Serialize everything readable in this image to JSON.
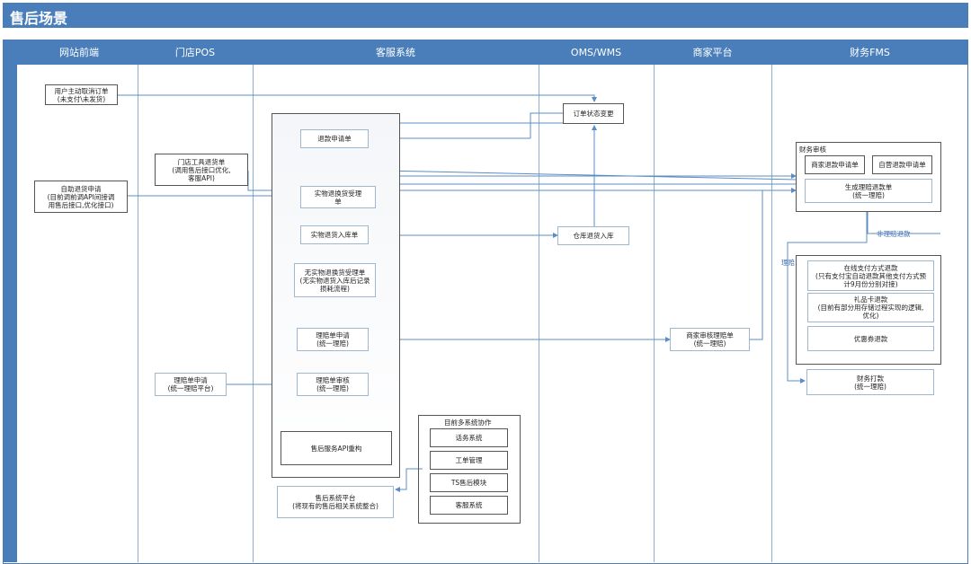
{
  "title": "售后场景",
  "lanes": [
    "网站前端",
    "门店POS",
    "客服系统",
    "OMS/WMS",
    "商家平台",
    "财务FMS"
  ],
  "nodes": {
    "user_cancel": "用户主动取消订单\n(未支付\\未发货)",
    "auto_return_apply": "自助退货申请\n(目前调前调API间接调\n用售后接口,优化接口)",
    "store_tool_return": "门店工具退货单\n(调用售后接口优化,\n客服API)",
    "store_claim_apply": "理赔单申请\n(统一理赔平台)",
    "refund_apply": "退款申请单",
    "physical_return_accept": "实物退换货受理\n单",
    "physical_return_inbound": "实物退货入库单",
    "nonphysical_return_accept": "无实物退换货受理单\n(无实物退货入库后记录\n损耗流程)",
    "claim_apply": "理赔单申请\n(统一理赔)",
    "claim_review": "理赔单审核\n(统一理赔)",
    "aftersale_api": "售后服务API重构",
    "aftersale_platform": "售后系统平台\n(将现有的售后相关系统整合)",
    "order_status_change": "订单状态变更",
    "warehouse_return_inbound": "仓库退货入库",
    "merchant_claim_review": "商家审核理赔单\n(统一理赔)",
    "merchant_refund_apply": "商家退款申请单",
    "self_refund_apply": "自营退款申请单",
    "generate_claim_refund": "生成理赔退款单\n(统一理赔)",
    "online_pay_refund": "在线支付方式退款\n(只有支付宝自动退款其他支付方式预\n计9月份分别对接)",
    "gift_card_refund": "礼品卡退款\n(目前有部分用存储过程实现的逻辑,\n优化)",
    "coupon_refund": "优惠券退款",
    "finance_payment": "财务打款\n(统一理赔)",
    "sys_ticket": "话务系统",
    "sys_workorder": "工单管理",
    "sys_ts": "TS售后模块",
    "sys_cs": "客服系统"
  },
  "groups": {
    "finance_review": "财务审核",
    "multi_system": "目前多系统协作"
  },
  "edge_labels": {
    "non_claim_refund": "非理赔退款",
    "claim": "理赔"
  }
}
